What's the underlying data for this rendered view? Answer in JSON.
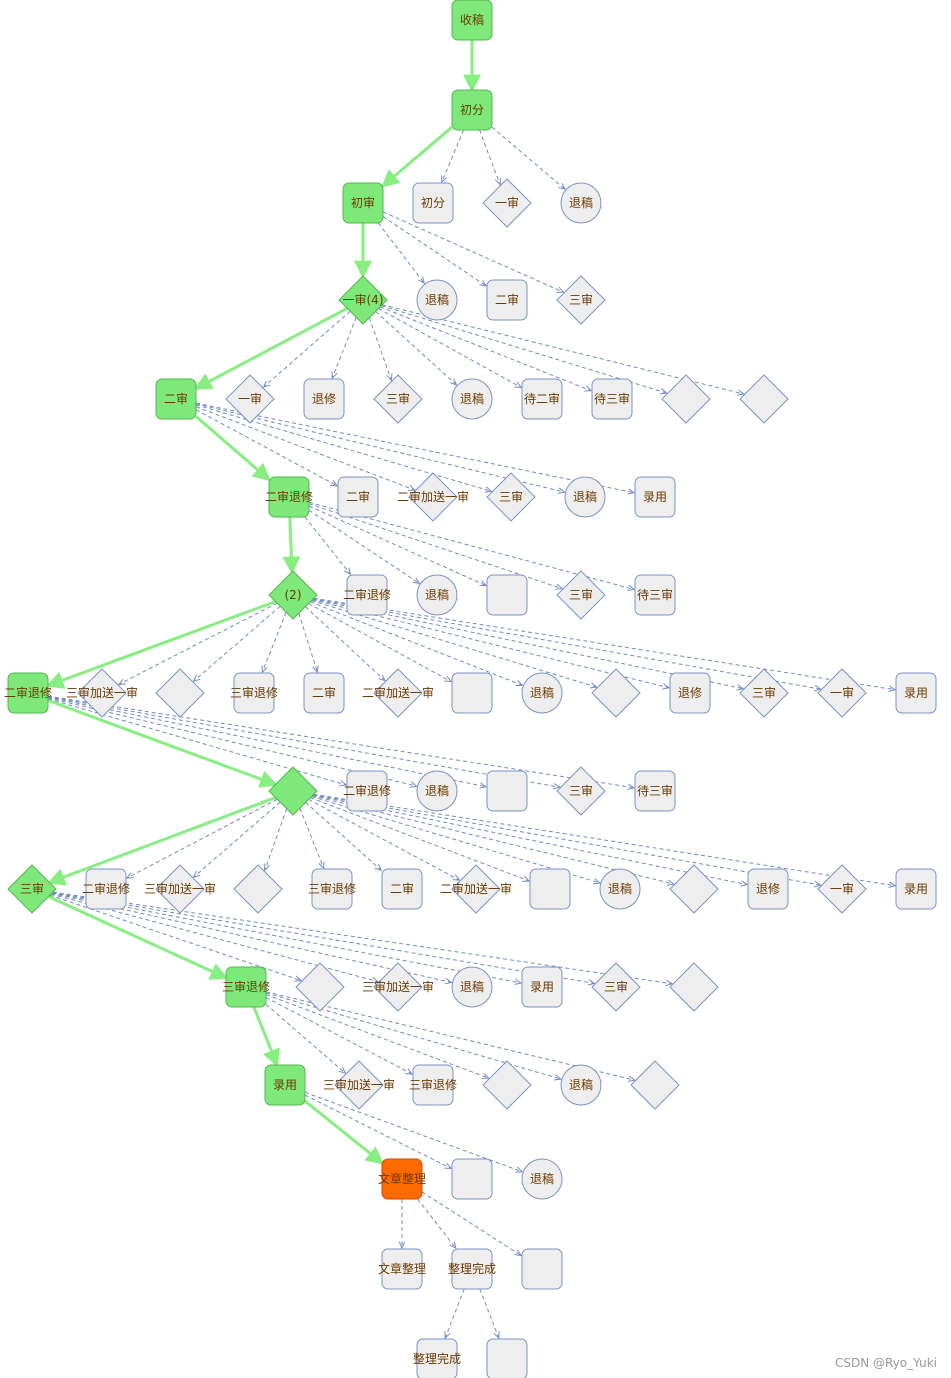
{
  "colors": {
    "path": "#7fe87a",
    "path_stroke": "#52b84b",
    "current": "#ff6a00",
    "current_stroke": "#d04c00",
    "option": "#eeeeee",
    "option_stroke": "#7b93c4",
    "option_edge": "#6f8cc2",
    "path_edge": "#88ee82",
    "label": "#6b3a00"
  },
  "nodes": [
    {
      "id": "n01",
      "shape": "box",
      "state": "path",
      "label": "收稿"
    },
    {
      "id": "n02",
      "shape": "box",
      "state": "path",
      "label": "初分"
    },
    {
      "id": "n03",
      "shape": "box",
      "state": "path",
      "label": "初审"
    },
    {
      "id": "n04",
      "shape": "box",
      "state": "option",
      "label": "初分"
    },
    {
      "id": "n05",
      "shape": "diamond",
      "state": "option",
      "label": "一审"
    },
    {
      "id": "n06",
      "shape": "circle",
      "state": "option",
      "label": "退稿"
    },
    {
      "id": "n07",
      "shape": "diamond",
      "state": "path",
      "label": "一审(4)"
    },
    {
      "id": "n08",
      "shape": "circle",
      "state": "option",
      "label": "退稿"
    },
    {
      "id": "n09",
      "shape": "box",
      "state": "option",
      "label": "二审"
    },
    {
      "id": "n10",
      "shape": "diamond",
      "state": "option",
      "label": "三审"
    },
    {
      "id": "n11",
      "shape": "box",
      "state": "path",
      "label": "二审"
    },
    {
      "id": "n12",
      "shape": "diamond",
      "state": "option",
      "label": "一审"
    },
    {
      "id": "n13",
      "shape": "box",
      "state": "option",
      "label": "退修"
    },
    {
      "id": "n14",
      "shape": "diamond",
      "state": "option",
      "label": "三审"
    },
    {
      "id": "n15",
      "shape": "circle",
      "state": "option",
      "label": "退稿"
    },
    {
      "id": "n16",
      "shape": "box",
      "state": "option",
      "label": "待二审"
    },
    {
      "id": "n17",
      "shape": "box",
      "state": "option",
      "label": "待三审"
    },
    {
      "id": "n18",
      "shape": "diamond",
      "state": "option",
      "label": ""
    },
    {
      "id": "n19",
      "shape": "diamond",
      "state": "option",
      "label": ""
    },
    {
      "id": "n20",
      "shape": "box",
      "state": "path",
      "label": "二审退修"
    },
    {
      "id": "n21",
      "shape": "box",
      "state": "option",
      "label": "二审"
    },
    {
      "id": "n22",
      "shape": "diamond",
      "state": "option",
      "label": "二审加送一审"
    },
    {
      "id": "n23",
      "shape": "diamond",
      "state": "option",
      "label": "三审"
    },
    {
      "id": "n24",
      "shape": "circle",
      "state": "option",
      "label": "退稿"
    },
    {
      "id": "n25",
      "shape": "box",
      "state": "option",
      "label": "录用"
    },
    {
      "id": "n26",
      "shape": "diamond",
      "state": "path",
      "label": "(2)"
    },
    {
      "id": "n27",
      "shape": "box",
      "state": "option",
      "label": "二审退修"
    },
    {
      "id": "n28",
      "shape": "circle",
      "state": "option",
      "label": "退稿"
    },
    {
      "id": "n29",
      "shape": "box",
      "state": "option",
      "label": ""
    },
    {
      "id": "n30",
      "shape": "diamond",
      "state": "option",
      "label": "三审"
    },
    {
      "id": "n31",
      "shape": "box",
      "state": "option",
      "label": "待三审"
    },
    {
      "id": "n32",
      "shape": "box",
      "state": "path",
      "label": "二审退修"
    },
    {
      "id": "n33",
      "shape": "diamond",
      "state": "option",
      "label": "三审加送一审"
    },
    {
      "id": "n34",
      "shape": "diamond",
      "state": "option",
      "label": ""
    },
    {
      "id": "n35",
      "shape": "box",
      "state": "option",
      "label": "三审退修"
    },
    {
      "id": "n36",
      "shape": "box",
      "state": "option",
      "label": "二审"
    },
    {
      "id": "n37",
      "shape": "diamond",
      "state": "option",
      "label": "二审加送一审"
    },
    {
      "id": "n38",
      "shape": "box",
      "state": "option",
      "label": ""
    },
    {
      "id": "n39",
      "shape": "circle",
      "state": "option",
      "label": "退稿"
    },
    {
      "id": "n40",
      "shape": "diamond",
      "state": "option",
      "label": ""
    },
    {
      "id": "n41",
      "shape": "box",
      "state": "option",
      "label": "退修"
    },
    {
      "id": "n42",
      "shape": "diamond",
      "state": "option",
      "label": "三审"
    },
    {
      "id": "n43",
      "shape": "diamond",
      "state": "option",
      "label": "一审"
    },
    {
      "id": "n44",
      "shape": "box",
      "state": "option",
      "label": "录用"
    },
    {
      "id": "n45",
      "shape": "diamond",
      "state": "path",
      "label": ""
    },
    {
      "id": "n46",
      "shape": "box",
      "state": "option",
      "label": "二审退修"
    },
    {
      "id": "n47",
      "shape": "circle",
      "state": "option",
      "label": "退稿"
    },
    {
      "id": "n48",
      "shape": "box",
      "state": "option",
      "label": ""
    },
    {
      "id": "n49",
      "shape": "diamond",
      "state": "option",
      "label": "三审"
    },
    {
      "id": "n50",
      "shape": "box",
      "state": "option",
      "label": "待三审"
    },
    {
      "id": "n51",
      "shape": "diamond",
      "state": "path",
      "label": "三审"
    },
    {
      "id": "n52",
      "shape": "box",
      "state": "option",
      "label": "二审退修"
    },
    {
      "id": "n53",
      "shape": "diamond",
      "state": "option",
      "label": "三审加送一审"
    },
    {
      "id": "n54",
      "shape": "diamond",
      "state": "option",
      "label": ""
    },
    {
      "id": "n55",
      "shape": "box",
      "state": "option",
      "label": "三审退修"
    },
    {
      "id": "n56",
      "shape": "box",
      "state": "option",
      "label": "二审"
    },
    {
      "id": "n57",
      "shape": "diamond",
      "state": "option",
      "label": "二审加送一审"
    },
    {
      "id": "n58",
      "shape": "box",
      "state": "option",
      "label": ""
    },
    {
      "id": "n59",
      "shape": "circle",
      "state": "option",
      "label": "退稿"
    },
    {
      "id": "n60",
      "shape": "diamond",
      "state": "option",
      "label": ""
    },
    {
      "id": "n61",
      "shape": "box",
      "state": "option",
      "label": "退修"
    },
    {
      "id": "n62",
      "shape": "diamond",
      "state": "option",
      "label": "一审"
    },
    {
      "id": "n63",
      "shape": "box",
      "state": "option",
      "label": "录用"
    },
    {
      "id": "n64",
      "shape": "box",
      "state": "path",
      "label": "三审退修"
    },
    {
      "id": "n65",
      "shape": "diamond",
      "state": "option",
      "label": ""
    },
    {
      "id": "n66",
      "shape": "diamond",
      "state": "option",
      "label": "三审加送一审"
    },
    {
      "id": "n67",
      "shape": "circle",
      "state": "option",
      "label": "退稿"
    },
    {
      "id": "n68",
      "shape": "box",
      "state": "option",
      "label": "录用"
    },
    {
      "id": "n69",
      "shape": "diamond",
      "state": "option",
      "label": "三审"
    },
    {
      "id": "n70",
      "shape": "diamond",
      "state": "option",
      "label": ""
    },
    {
      "id": "n71",
      "shape": "box",
      "state": "path",
      "label": "录用"
    },
    {
      "id": "n72",
      "shape": "diamond",
      "state": "option",
      "label": "三审加送一审"
    },
    {
      "id": "n73",
      "shape": "box",
      "state": "option",
      "label": "三审退修"
    },
    {
      "id": "n74",
      "shape": "diamond",
      "state": "option",
      "label": ""
    },
    {
      "id": "n75",
      "shape": "circle",
      "state": "option",
      "label": "退稿"
    },
    {
      "id": "n76",
      "shape": "diamond",
      "state": "option",
      "label": ""
    },
    {
      "id": "n77",
      "shape": "box",
      "state": "current",
      "label": "文章整理"
    },
    {
      "id": "n78",
      "shape": "box",
      "state": "option",
      "label": ""
    },
    {
      "id": "n79",
      "shape": "circle",
      "state": "option",
      "label": "退稿"
    },
    {
      "id": "n80",
      "shape": "box",
      "state": "option",
      "label": "文章整理"
    },
    {
      "id": "n81",
      "shape": "box",
      "state": "option",
      "label": "整理完成"
    },
    {
      "id": "n82",
      "shape": "box",
      "state": "option",
      "label": ""
    },
    {
      "id": "n83",
      "shape": "box",
      "state": "option",
      "label": "整理完成"
    },
    {
      "id": "n84",
      "shape": "box",
      "state": "option",
      "label": ""
    }
  ],
  "edges": [
    {
      "from": "n01",
      "to": "n02",
      "kind": "path"
    },
    {
      "from": "n02",
      "to": "n03",
      "kind": "path"
    },
    {
      "from": "n02",
      "to": "n04",
      "kind": "option"
    },
    {
      "from": "n02",
      "to": "n05",
      "kind": "option"
    },
    {
      "from": "n02",
      "to": "n06",
      "kind": "option"
    },
    {
      "from": "n03",
      "to": "n07",
      "kind": "path"
    },
    {
      "from": "n03",
      "to": "n08",
      "kind": "option"
    },
    {
      "from": "n03",
      "to": "n09",
      "kind": "option"
    },
    {
      "from": "n03",
      "to": "n10",
      "kind": "option"
    },
    {
      "from": "n07",
      "to": "n11",
      "kind": "path"
    },
    {
      "from": "n07",
      "to": "n12",
      "kind": "option"
    },
    {
      "from": "n07",
      "to": "n13",
      "kind": "option"
    },
    {
      "from": "n07",
      "to": "n14",
      "kind": "option"
    },
    {
      "from": "n07",
      "to": "n15",
      "kind": "option"
    },
    {
      "from": "n07",
      "to": "n16",
      "kind": "option"
    },
    {
      "from": "n07",
      "to": "n17",
      "kind": "option"
    },
    {
      "from": "n07",
      "to": "n18",
      "kind": "option"
    },
    {
      "from": "n07",
      "to": "n19",
      "kind": "option"
    },
    {
      "from": "n11",
      "to": "n20",
      "kind": "path"
    },
    {
      "from": "n11",
      "to": "n21",
      "kind": "option"
    },
    {
      "from": "n11",
      "to": "n22",
      "kind": "option"
    },
    {
      "from": "n11",
      "to": "n23",
      "kind": "option"
    },
    {
      "from": "n11",
      "to": "n24",
      "kind": "option"
    },
    {
      "from": "n11",
      "to": "n25",
      "kind": "option"
    },
    {
      "from": "n20",
      "to": "n26",
      "kind": "path"
    },
    {
      "from": "n20",
      "to": "n27",
      "kind": "option"
    },
    {
      "from": "n20",
      "to": "n28",
      "kind": "option"
    },
    {
      "from": "n20",
      "to": "n29",
      "kind": "option"
    },
    {
      "from": "n20",
      "to": "n30",
      "kind": "option"
    },
    {
      "from": "n20",
      "to": "n31",
      "kind": "option"
    },
    {
      "from": "n26",
      "to": "n32",
      "kind": "path"
    },
    {
      "from": "n26",
      "to": "n33",
      "kind": "option"
    },
    {
      "from": "n26",
      "to": "n34",
      "kind": "option"
    },
    {
      "from": "n26",
      "to": "n35",
      "kind": "option"
    },
    {
      "from": "n26",
      "to": "n36",
      "kind": "option"
    },
    {
      "from": "n26",
      "to": "n37",
      "kind": "option"
    },
    {
      "from": "n26",
      "to": "n38",
      "kind": "option"
    },
    {
      "from": "n26",
      "to": "n39",
      "kind": "option"
    },
    {
      "from": "n26",
      "to": "n40",
      "kind": "option"
    },
    {
      "from": "n26",
      "to": "n41",
      "kind": "option"
    },
    {
      "from": "n26",
      "to": "n42",
      "kind": "option"
    },
    {
      "from": "n26",
      "to": "n43",
      "kind": "option"
    },
    {
      "from": "n26",
      "to": "n44",
      "kind": "option"
    },
    {
      "from": "n32",
      "to": "n45",
      "kind": "path"
    },
    {
      "from": "n32",
      "to": "n46",
      "kind": "option"
    },
    {
      "from": "n32",
      "to": "n47",
      "kind": "option"
    },
    {
      "from": "n32",
      "to": "n48",
      "kind": "option"
    },
    {
      "from": "n32",
      "to": "n49",
      "kind": "option"
    },
    {
      "from": "n32",
      "to": "n50",
      "kind": "option"
    },
    {
      "from": "n45",
      "to": "n51",
      "kind": "path"
    },
    {
      "from": "n45",
      "to": "n52",
      "kind": "option"
    },
    {
      "from": "n45",
      "to": "n53",
      "kind": "option"
    },
    {
      "from": "n45",
      "to": "n54",
      "kind": "option"
    },
    {
      "from": "n45",
      "to": "n55",
      "kind": "option"
    },
    {
      "from": "n45",
      "to": "n56",
      "kind": "option"
    },
    {
      "from": "n45",
      "to": "n57",
      "kind": "option"
    },
    {
      "from": "n45",
      "to": "n58",
      "kind": "option"
    },
    {
      "from": "n45",
      "to": "n59",
      "kind": "option"
    },
    {
      "from": "n45",
      "to": "n60",
      "kind": "option"
    },
    {
      "from": "n45",
      "to": "n61",
      "kind": "option"
    },
    {
      "from": "n45",
      "to": "n62",
      "kind": "option"
    },
    {
      "from": "n45",
      "to": "n63",
      "kind": "option"
    },
    {
      "from": "n51",
      "to": "n64",
      "kind": "path"
    },
    {
      "from": "n51",
      "to": "n65",
      "kind": "option"
    },
    {
      "from": "n51",
      "to": "n66",
      "kind": "option"
    },
    {
      "from": "n51",
      "to": "n67",
      "kind": "option"
    },
    {
      "from": "n51",
      "to": "n68",
      "kind": "option"
    },
    {
      "from": "n51",
      "to": "n69",
      "kind": "option"
    },
    {
      "from": "n51",
      "to": "n70",
      "kind": "option"
    },
    {
      "from": "n64",
      "to": "n71",
      "kind": "path"
    },
    {
      "from": "n64",
      "to": "n72",
      "kind": "option"
    },
    {
      "from": "n64",
      "to": "n73",
      "kind": "option"
    },
    {
      "from": "n64",
      "to": "n74",
      "kind": "option"
    },
    {
      "from": "n64",
      "to": "n75",
      "kind": "option"
    },
    {
      "from": "n64",
      "to": "n76",
      "kind": "option"
    },
    {
      "from": "n71",
      "to": "n77",
      "kind": "path"
    },
    {
      "from": "n71",
      "to": "n78",
      "kind": "option"
    },
    {
      "from": "n71",
      "to": "n79",
      "kind": "option"
    },
    {
      "from": "n77",
      "to": "n80",
      "kind": "option"
    },
    {
      "from": "n77",
      "to": "n81",
      "kind": "option"
    },
    {
      "from": "n77",
      "to": "n82",
      "kind": "option"
    },
    {
      "from": "n81",
      "to": "n83",
      "kind": "option"
    },
    {
      "from": "n81",
      "to": "n84",
      "kind": "option"
    }
  ],
  "watermark": "CSDN @Ryo_Yuki"
}
